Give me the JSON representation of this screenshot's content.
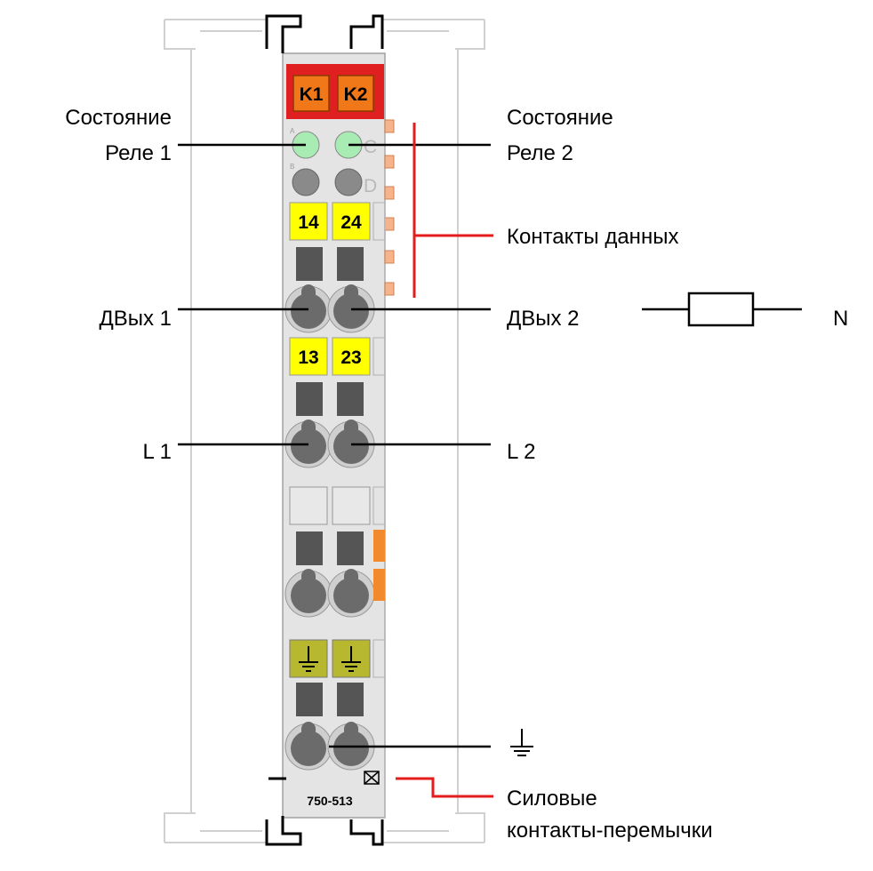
{
  "labels": {
    "relay1_status": [
      "Состояние",
      "Реле 1"
    ],
    "relay2_status": [
      "Состояние",
      "Реле 2"
    ],
    "data_contacts": "Контакты данных",
    "dout1": "ДВых 1",
    "dout2": "ДВых 2",
    "neutral": "N",
    "l1": "L 1",
    "l2": "L 2",
    "power_jumpers": [
      "Силовые",
      "контакты-перемычки"
    ]
  },
  "module": {
    "relay_tags": [
      "K1",
      "K2"
    ],
    "led_letters": [
      "A",
      "C",
      "B",
      "D"
    ],
    "terminals_row1": [
      "14",
      "24"
    ],
    "terminals_row2": [
      "13",
      "23"
    ],
    "model": "750-513"
  },
  "colors": {
    "relay_block": "#e02020",
    "relay_tag": "#f07818",
    "led_on": "#a8ecb4",
    "led_off": "#8a8a8a",
    "terminal_yellow": "#ffff00",
    "ground_marker": "#b8b830",
    "power_contact": "#f08a2c",
    "callout_red": "#e51c1c",
    "housing": "#e4e4e4"
  }
}
